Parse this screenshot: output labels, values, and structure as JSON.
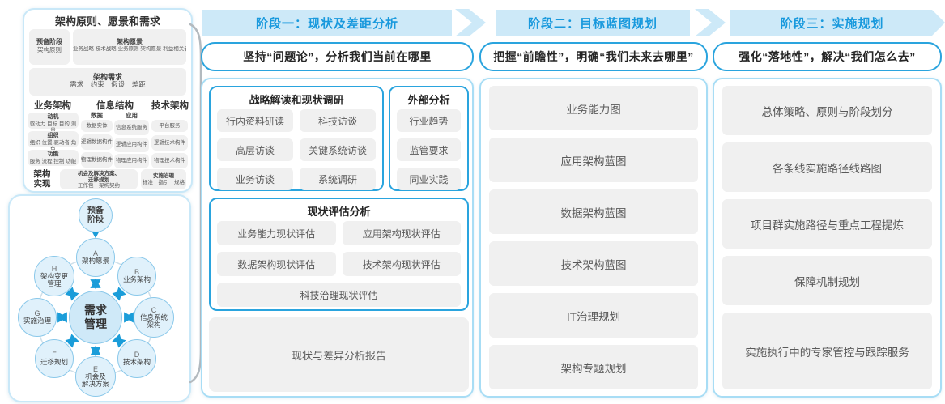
{
  "colors": {
    "band": "#cde9f8",
    "accent": "#1899dd",
    "blue_border": "#2aa4de",
    "panel_border": "#a8ddf5",
    "gray_box": "#f0f0f0",
    "arrow": "#1b9dd9"
  },
  "left_panel": {
    "title": "架构原则、愿景和需求",
    "prep": {
      "l1": "预备阶段",
      "l2": "架构原则"
    },
    "vision": {
      "title": "架构愿景",
      "items": "业务战略 技术战略 业务原则 架构愿景 利益相关者"
    },
    "requirement": {
      "title": "架构需求",
      "items": "需求　约束　假设　差距"
    },
    "col_business": {
      "title": "业务架构",
      "groups": [
        {
          "t": "动机",
          "i": "驱动力 目标 目的 测量"
        },
        {
          "t": "组织",
          "i": "组织 位置 驱动者 角色"
        },
        {
          "t": "功能",
          "i": "服务 流程 控制 功能"
        }
      ]
    },
    "col_info": {
      "title": "信息结构",
      "data": {
        "t": "数据",
        "items": [
          "数据实体",
          "逻辑数据构件",
          "物理数据构件"
        ]
      },
      "app": {
        "t": "应用",
        "items": [
          "信息系统服务",
          "逻辑应用构件",
          "物理应用构件"
        ]
      }
    },
    "col_tech": {
      "title": "技术架构",
      "items": [
        "平台服务",
        "逻辑技术构件",
        "物理技术构件"
      ]
    },
    "impl": {
      "label1": "架构",
      "label2": "实现",
      "box1": {
        "t1": "机会及解决方案、",
        "t2": "迁移规划",
        "i": "工作包　架构契约"
      },
      "box2": {
        "t": "实施治理",
        "i": "标准　指引　规格"
      }
    }
  },
  "adm": {
    "prep_l1": "预备",
    "prep_l2": "阶段",
    "center_l1": "需求",
    "center_l2": "管理",
    "nodes": [
      {
        "letter": "A",
        "lines": [
          "架构愿景"
        ]
      },
      {
        "letter": "B",
        "lines": [
          "业务架构"
        ]
      },
      {
        "letter": "C",
        "lines": [
          "信息系统",
          "架构"
        ]
      },
      {
        "letter": "D",
        "lines": [
          "技术架构"
        ]
      },
      {
        "letter": "E",
        "lines": [
          "机会及",
          "解决方案"
        ]
      },
      {
        "letter": "F",
        "lines": [
          "迁移规划"
        ]
      },
      {
        "letter": "G",
        "lines": [
          "实施治理"
        ]
      },
      {
        "letter": "H",
        "lines": [
          "架构变更",
          "管理"
        ]
      }
    ]
  },
  "phases": [
    {
      "header": "阶段一：现状及差距分析",
      "subtitle": "坚持“问题论”，分析我们当前在哪里",
      "strategy": {
        "title": "战略解读和现状调研",
        "items": [
          "行内资料研读",
          "科技访谈",
          "高层访谈",
          "关键系统访谈",
          "业务访谈",
          "系统调研"
        ]
      },
      "external": {
        "title": "外部分析",
        "items": [
          "行业趋势",
          "监管要求",
          "同业实践"
        ]
      },
      "assessment": {
        "title": "现状评估分析",
        "items": [
          "业务能力现状评估",
          "应用架构现状评估",
          "数据架构现状评估",
          "技术架构现状评估",
          "科技治理现状评估"
        ]
      },
      "report": "现状与差异分析报告"
    },
    {
      "header": "阶段二：目标蓝图规划",
      "subtitle": "把握“前瞻性”，明确“我们未来去哪里”",
      "items": [
        "业务能力图",
        "应用架构蓝图",
        "数据架构蓝图",
        "技术架构蓝图",
        "IT治理规划",
        "架构专题规划"
      ]
    },
    {
      "header": "阶段三：实施规划",
      "subtitle": "强化“落地性”，解决“我们怎么去”",
      "items": [
        "总体策略、原则与阶段划分",
        "各条线实施路径线路图",
        "项目群实施路径与重点工程提炼",
        "保障机制规划",
        "实施执行中的专家管控与跟踪服务"
      ]
    }
  ]
}
